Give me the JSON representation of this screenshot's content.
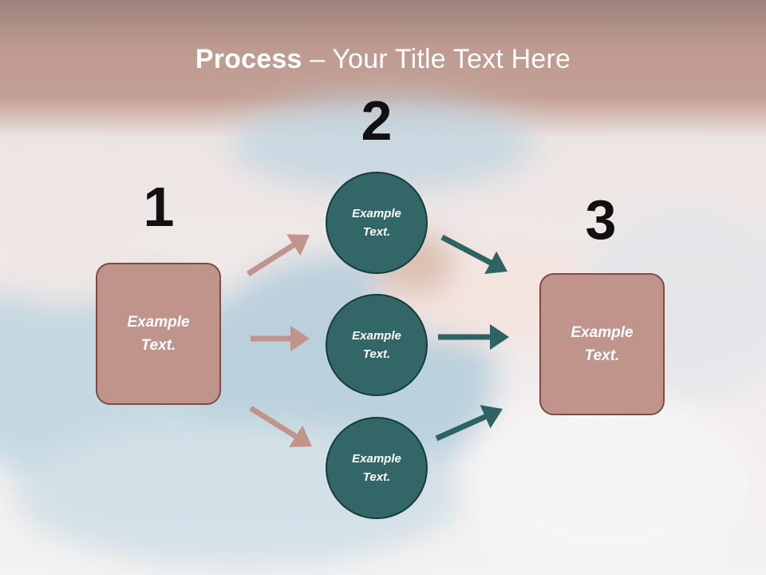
{
  "slide": {
    "title_bold": "Process",
    "title_rest": " – Your Title Text Here",
    "steps": [
      {
        "number": "1",
        "text_line1": "Example",
        "text_line2": "Text."
      },
      {
        "number": "2",
        "text_line1": "Example",
        "text_line2": "Text."
      },
      {
        "number": "3",
        "text_line1": "Example",
        "text_line2": "Text."
      }
    ],
    "middle_circles": [
      {
        "text_line1": "Example",
        "text_line2": "Text."
      },
      {
        "text_line1": "Example",
        "text_line2": "Text."
      },
      {
        "text_line1": "Example",
        "text_line2": "Text."
      }
    ]
  },
  "colors": {
    "header_band": "#a66e60",
    "box_fill": "#c0948a",
    "circle_fill": "#336666",
    "arrow_left": "#c0948a",
    "arrow_right": "#2e6363"
  }
}
